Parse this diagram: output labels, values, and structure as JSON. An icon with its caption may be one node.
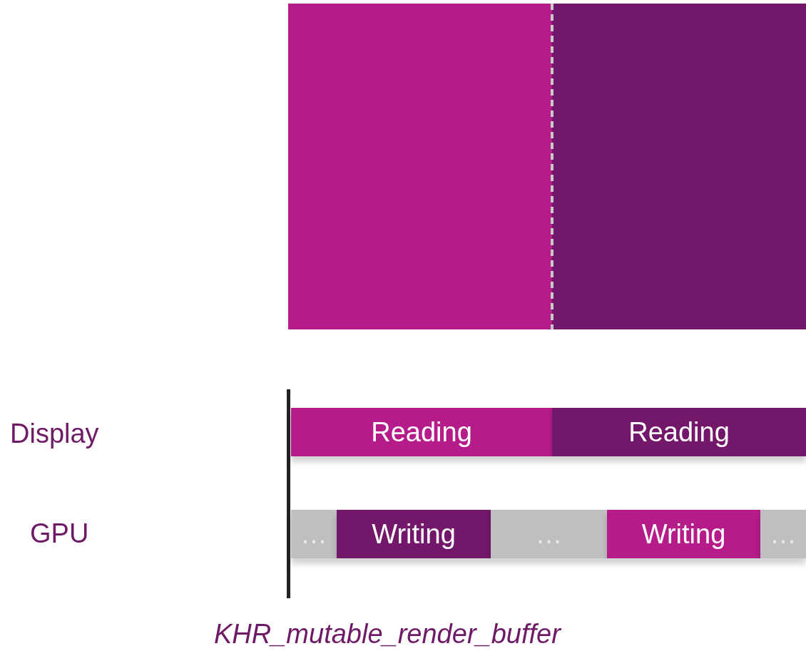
{
  "diagram": {
    "caption": "KHR_mutable_render_buffer",
    "nodes": [
      {
        "text": [
          "Reading"
        ]
      },
      {
        "text": [
          "Reading"
        ]
      },
      {
        "text": [
          "…"
        ]
      },
      {
        "text": [
          "Writing"
        ]
      },
      {
        "text": [
          "…"
        ]
      },
      {
        "text": [
          "Writing"
        ]
      },
      {
        "text": [
          "…"
        ]
      }
    ],
    "edges": [],
    "labels": [
      "Display",
      "GPU"
    ]
  }
}
